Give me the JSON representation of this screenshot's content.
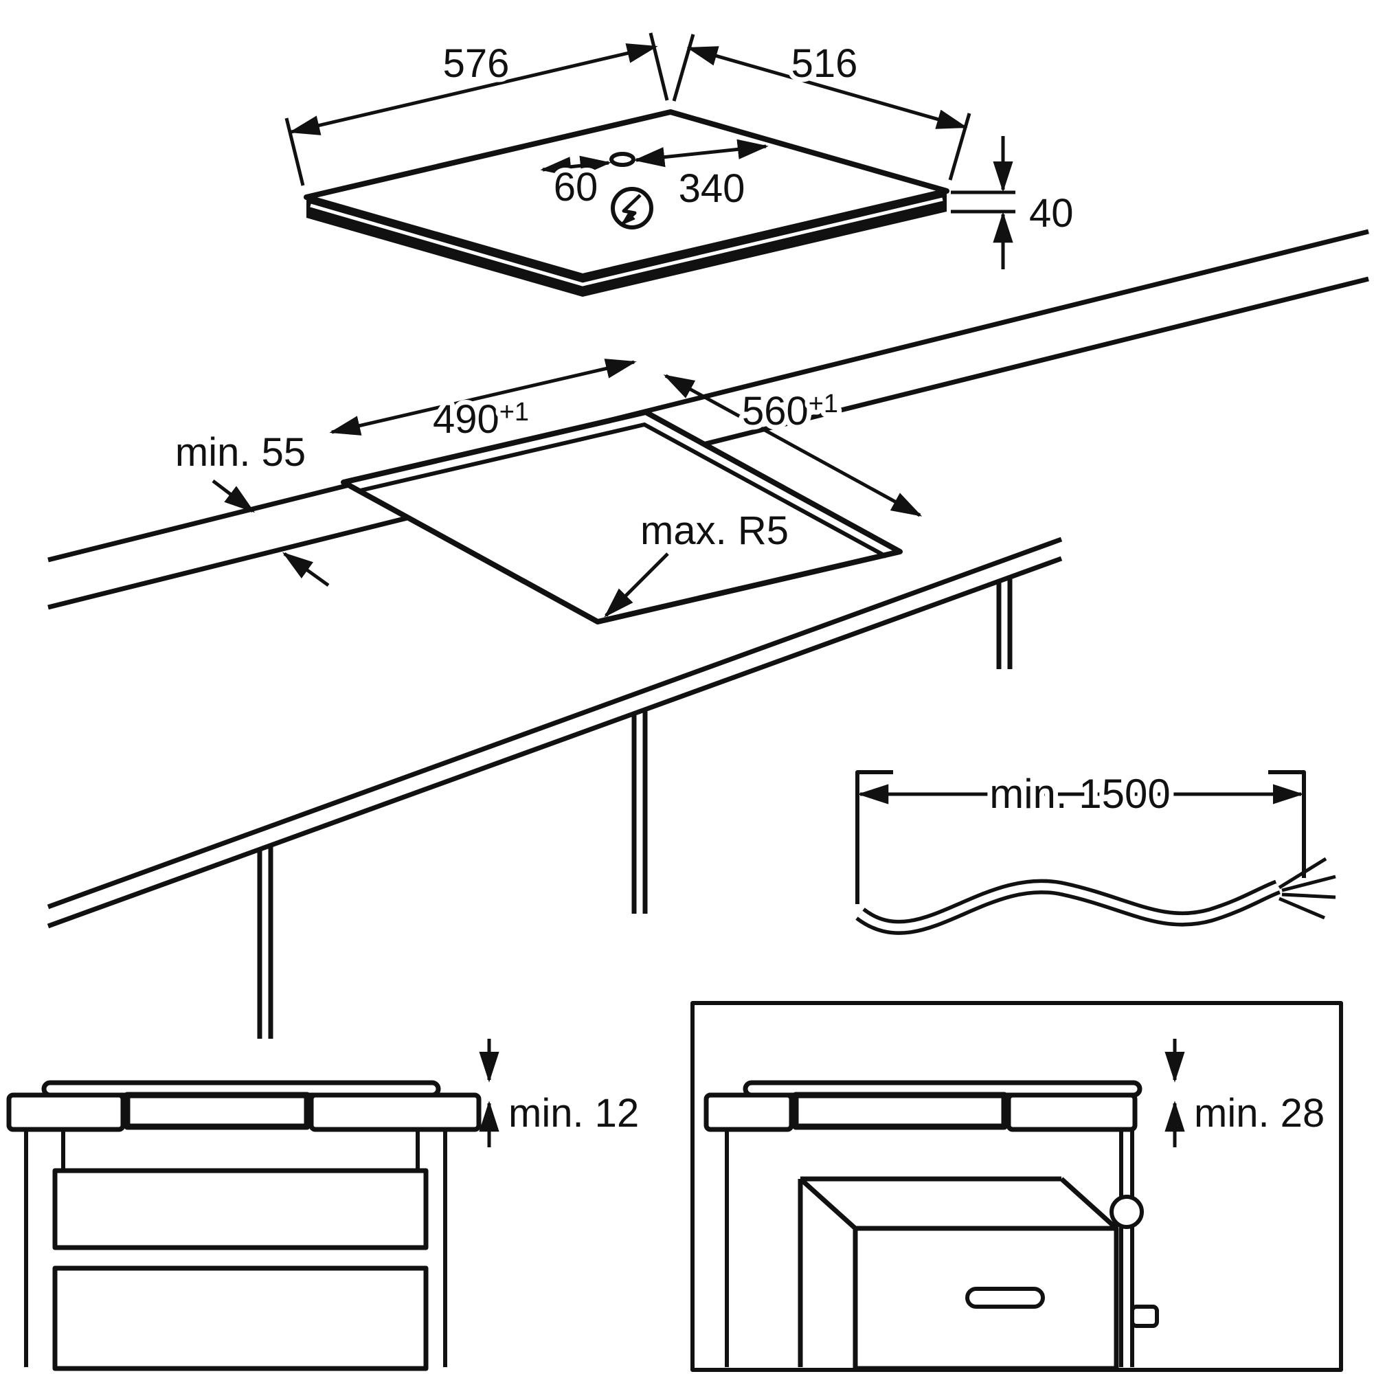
{
  "colors": {
    "line": "#111111",
    "background": "#ffffff"
  },
  "icons": {
    "power_connection": "lightning-bolt-icon"
  },
  "hob": {
    "width_label": "576",
    "depth_label": "516",
    "cable_hole_left_label": "60",
    "cable_hole_right_label": "340",
    "height_label": "40"
  },
  "cutout": {
    "depth_value": "490",
    "depth_tolerance": "+1",
    "width_value": "560",
    "width_tolerance": "+1",
    "front_clearance_label": "min. 55",
    "corner_radius_label": "max. R5"
  },
  "cable": {
    "length_label": "min. 1500"
  },
  "clearances": {
    "above_drawer_label": "min. 12",
    "above_oven_label": "min. 28"
  }
}
